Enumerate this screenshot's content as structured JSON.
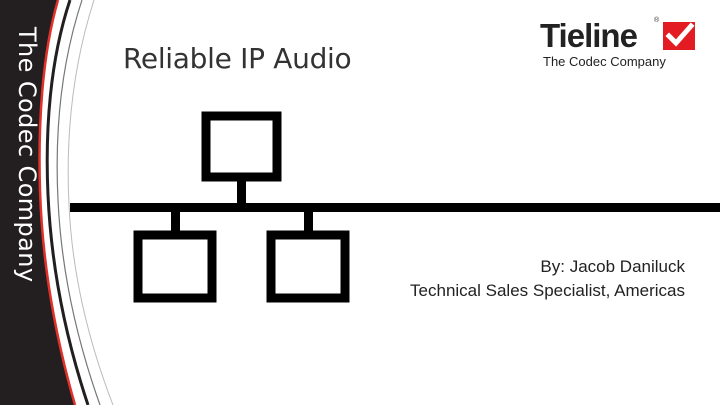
{
  "slide": {
    "title": "Reliable IP Audio",
    "side_text": "The Codec Company",
    "logo": {
      "wordmark": "Tieline",
      "registered": "®",
      "tagline": "The Codec Company",
      "check_icon": "check-icon"
    },
    "author": {
      "by_line": "By: Jacob Daniluck",
      "role": "Technical Sales Specialist, Americas"
    },
    "network_icon": "network-topology-icon",
    "colors": {
      "side_band": "#231f20",
      "accent_red": "#e0322b",
      "text": "#222222",
      "logo_red": "#e31b23"
    }
  }
}
